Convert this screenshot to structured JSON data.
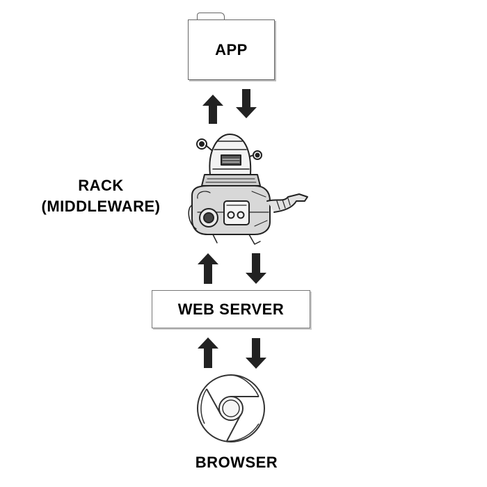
{
  "nodes": {
    "app": {
      "label": "APP",
      "icon": "folder-icon"
    },
    "rack": {
      "label_line1": "RACK",
      "label_line2": "(MIDDLEWARE)",
      "icon": "robot-icon"
    },
    "web_server": {
      "label": "WEB SERVER"
    },
    "browser": {
      "label": "BROWSER",
      "icon": "chrome-browser-icon"
    }
  },
  "connections": [
    {
      "from": "rack",
      "to": "app",
      "bidirectional": true
    },
    {
      "from": "web_server",
      "to": "rack",
      "bidirectional": true
    },
    {
      "from": "browser",
      "to": "web_server",
      "bidirectional": true
    }
  ],
  "colors": {
    "stroke": "#222222",
    "arrow": "#222222",
    "background": "#ffffff"
  }
}
